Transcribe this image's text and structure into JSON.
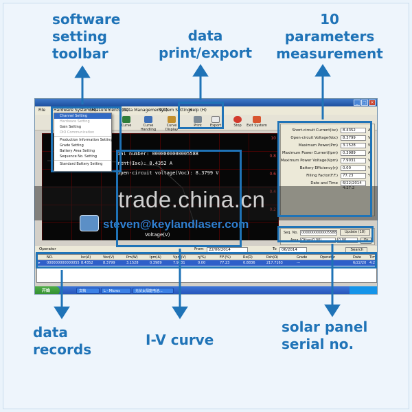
{
  "callouts": {
    "toolbar": "software\nsetting\ntoolbar",
    "print_export": "data\nprint/export",
    "params": "10\nparameters\nmeasurement",
    "records": "data\nrecords",
    "iv_curve": "I-V curve",
    "serial": "solar panel\nserial no."
  },
  "app": {
    "menu": [
      "File",
      "Hardware System(H)",
      "Measurements (M)",
      "Data Management(D)",
      "System Settings",
      "Help (H)"
    ],
    "toolbar_buttons": [
      "Curve",
      "Curve Handling",
      "Curve Display",
      "Print",
      "Export",
      "Stop",
      "Exit System"
    ],
    "dropdown_items": [
      {
        "label": "Channel Setting",
        "state": "highlight"
      },
      {
        "label": "Hardware Setting",
        "state": "disabled"
      },
      {
        "label": "Gain Setting",
        "state": "normal"
      },
      {
        "label": "DIO Communication",
        "state": "disabled"
      },
      {
        "label": "Production Information Setting",
        "state": "normal"
      },
      {
        "label": "Grade Setting",
        "state": "normal"
      },
      {
        "label": "Battery Area Setting",
        "state": "normal"
      },
      {
        "label": "Sequence No. Setting",
        "state": "normal"
      },
      {
        "label": "Standard Battery Setting",
        "state": "normal"
      }
    ],
    "plot": {
      "readout_serial": "ial number: 0000000000005588",
      "readout_isc": "rent(Isc): 8.4352 A",
      "readout_voc": "Open-circuit voltage(Voc): 8.3799 V",
      "y_ticks": [
        "10",
        "0.8",
        "0.6",
        "0.4",
        "0.2"
      ],
      "x_label": "Voltage(V)"
    },
    "params": [
      {
        "label": "Short-circuit Current(Isc)",
        "value": "8.4352",
        "unit": "A"
      },
      {
        "label": "Open-circuit Voltage(Voc)",
        "value": "8.3799",
        "unit": "V"
      },
      {
        "label": "Maximum Power(Pm)",
        "value": "3.1528",
        "unit": "W"
      },
      {
        "label": "Maximum Power Current(Ipm)",
        "value": "0.3989",
        "unit": "A"
      },
      {
        "label": "Maximum Power Voltage(Vpm)",
        "value": "7.9031",
        "unit": "V"
      },
      {
        "label": "Battery Efficiency(η)",
        "value": "0.00",
        "unit": "%"
      },
      {
        "label": "Filling Factor(F.F.)",
        "value": "77.23",
        "unit": "%"
      },
      {
        "label": "Date and Time",
        "value": "6/22/2014 4:27:2",
        "unit": ""
      }
    ],
    "serial_panel": {
      "seq_label": "Seq. No.",
      "seq_value": "0000000000005588",
      "update_button": "Update (18)",
      "area_label": "Area",
      "area_select": "Other(0.00)",
      "area_value": "0.00",
      "ok_button": "Ok"
    },
    "filter": {
      "operator_label": "Operator",
      "from_label": "From",
      "from_value": "22/06/2014",
      "to_label": "To",
      "to_value": "06/2014",
      "search_button": "Search"
    },
    "table": {
      "headers": [
        "NO.",
        "Isc(A)",
        "Voc(V)",
        "Pm(W)",
        "Ipm(A)",
        "Vpm(V)",
        "η(%)",
        "F.F.(%)",
        "Rs(Ω)",
        "Rsh(Ω)",
        "Grade",
        "Operator",
        "Date",
        "Time"
      ],
      "row": [
        "00000000000005588",
        "8.4352",
        "8.3799",
        "3.1528",
        "0.3989",
        "7.9031",
        "0.00",
        "77.23",
        "0.8836",
        "217.7163",
        "---",
        "",
        "6/22/20",
        "4:2"
      ]
    },
    "taskbar": {
      "start": "开始",
      "tasks": [
        "文档",
        "L - Micros",
        "光伏太阳能电池..."
      ]
    }
  },
  "watermark": "trade.china.cn",
  "email": "steven@keylandlaser.com",
  "colors": {
    "callout_blue": "#1f73b7",
    "plot_background": "#070707",
    "grid_red": "#780000",
    "selection_blue": "#2e5fc9"
  }
}
